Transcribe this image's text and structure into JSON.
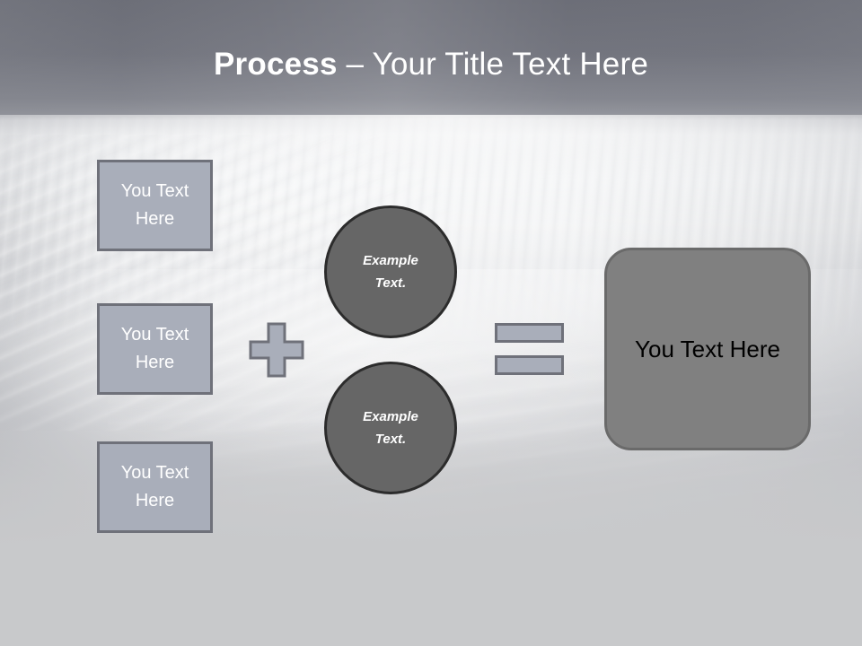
{
  "slide": {
    "title": {
      "strong": "Process",
      "rest": " – Your Title Text Here"
    },
    "background": {
      "name": "waterfall-photo",
      "header_band_top_color": "#63656f",
      "header_band_bottom_color": "#8d8f97",
      "mist_color": "#f1f2f3",
      "floor_color": "#c8c9cb"
    },
    "inputs": [
      {
        "label": "You Text Here"
      },
      {
        "label": "You Text Here"
      },
      {
        "label": "You Text Here"
      }
    ],
    "input_style": {
      "fill": "#a9aeba",
      "border": "#6f717a",
      "text": "#ffffff"
    },
    "operators": {
      "plus": "+",
      "equals": "=",
      "fill": "#a9aeba",
      "border": "#6f717a"
    },
    "circles": [
      {
        "line1": "Example",
        "line2": "Text."
      },
      {
        "line1": "Example",
        "line2": "Text."
      }
    ],
    "circle_style": {
      "fill": "#666666",
      "border": "#2c2c2c",
      "text": "#ffffff"
    },
    "result": {
      "label": "You Text Here",
      "fill": "#808080",
      "border": "#6a6a6a",
      "text": "#000000"
    }
  }
}
